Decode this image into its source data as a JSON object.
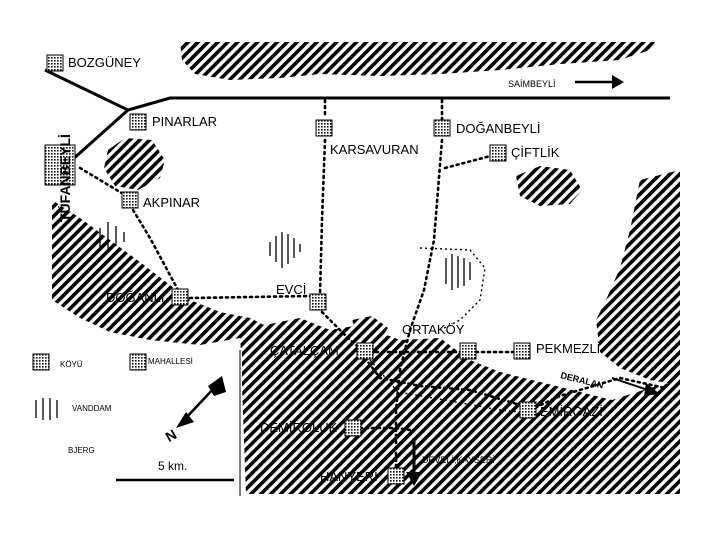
{
  "villages": {
    "bozguney": "BOZGÜNEY",
    "pinarlar": "PINARLAR",
    "karsavuran": "KARSAVURAN",
    "doganbeyli": "DOĞANBEYLİ",
    "ciftlik": "ÇİFTLİK",
    "akpinar": "AKPINAR",
    "doganli": "DOĞANLI",
    "evci": "EVCİ",
    "ortakoy": "ORTAKÖY",
    "catalcam": "ÇATALÇAM",
    "pekmezli": "PEKMEZLİ",
    "emirgazi": "EMİRGAZİ",
    "demiroluk": "DEMİROLUK",
    "hanyeri": "HANYERİ",
    "tufanbeyli": "TÜFANBEYLİ"
  },
  "directions": {
    "saimbeyli": "SAİMBEYLİ",
    "deralan": "DERALAN",
    "develi_kayseri": "DEVELİ,KAYSERİ"
  },
  "legend": {
    "village": "KÖYÜ",
    "hamlet": "MAHALLESİ",
    "vanddam": "VANDDAM",
    "bjerg": "BJERG"
  },
  "scale": "5 km.",
  "north": "N"
}
